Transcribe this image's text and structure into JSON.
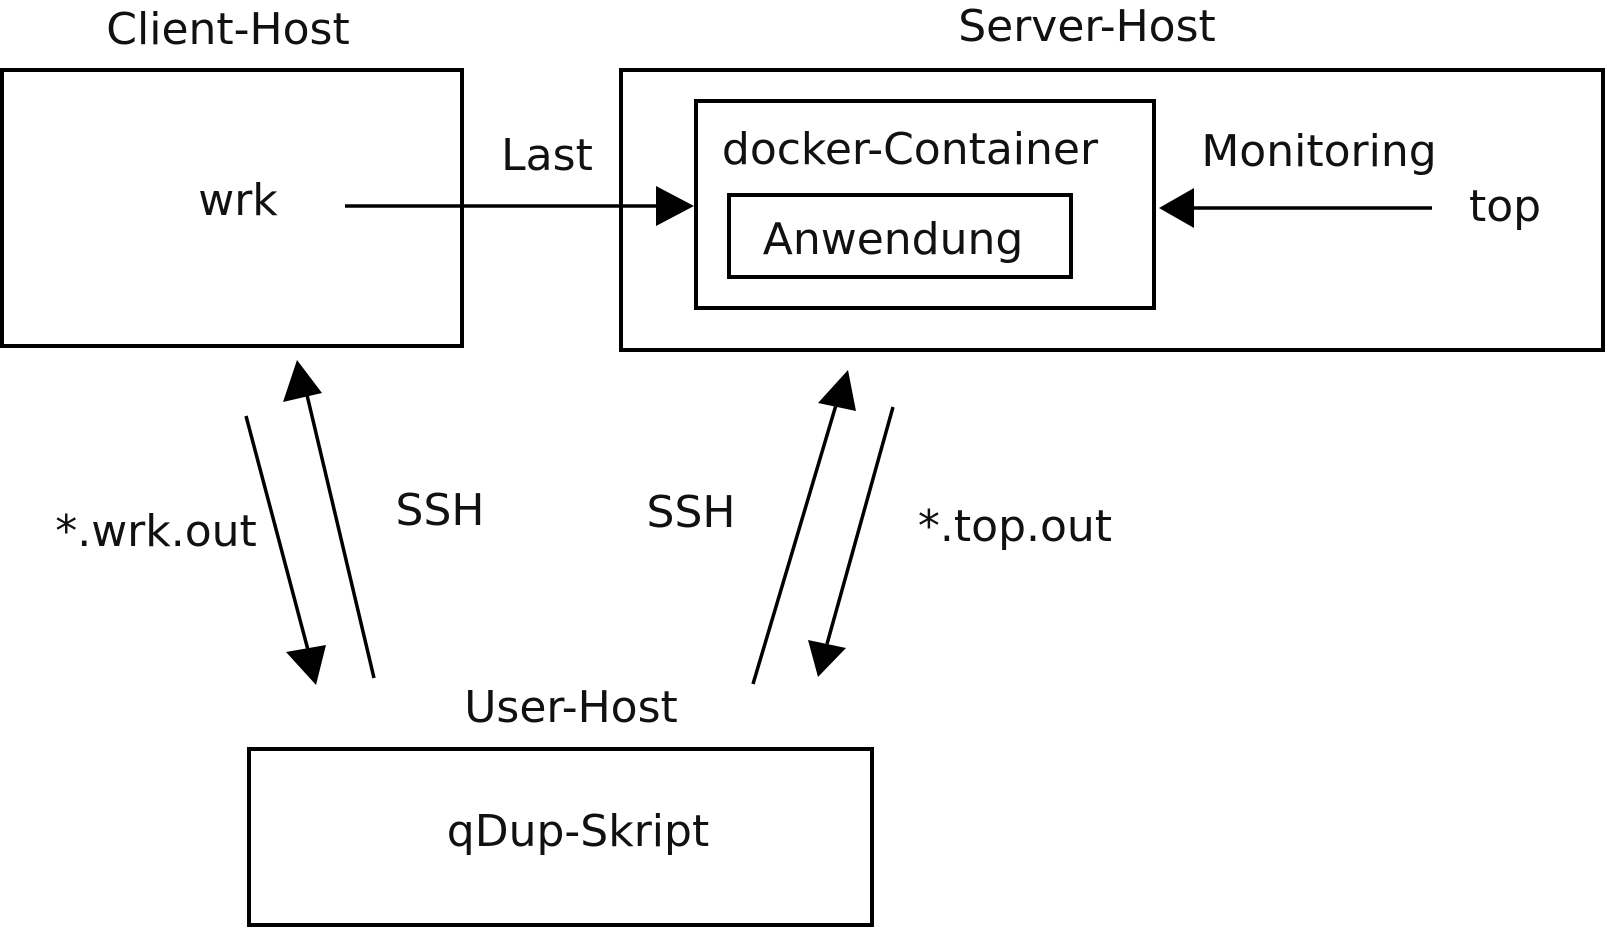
{
  "hosts": {
    "client": {
      "title": "Client-Host",
      "process": "wrk"
    },
    "server": {
      "title": "Server-Host",
      "container": "docker-Container",
      "app": "Anwendung",
      "monitor": "top"
    },
    "user": {
      "title": "User-Host",
      "script": "qDup-Skript"
    }
  },
  "edges": {
    "load": "Last",
    "monitoring": "Monitoring",
    "ssh_client": "SSH",
    "ssh_server": "SSH",
    "wrk_output": "*.wrk.out",
    "top_output": "*.top.out"
  },
  "colors": {
    "stroke": "#000000",
    "background": "#ffffff",
    "text": "#111111"
  }
}
